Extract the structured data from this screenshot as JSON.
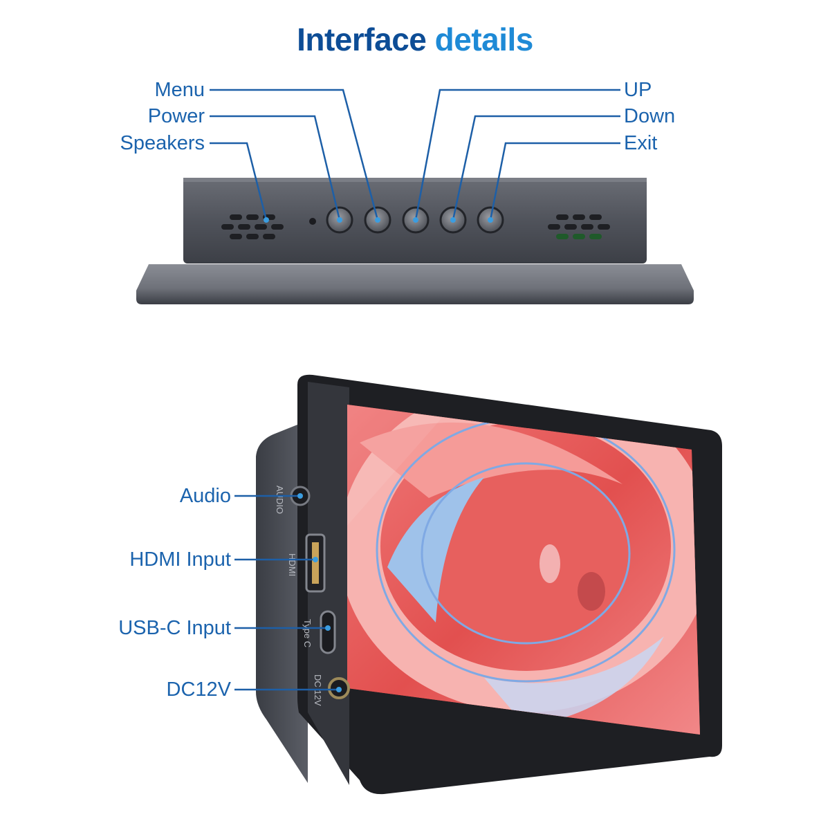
{
  "title": {
    "part1": "Interface",
    "part2": "details"
  },
  "top_labels": {
    "menu": "Menu",
    "power": "Power",
    "speakers": "Speakers",
    "up": "UP",
    "down": "Down",
    "exit": "Exit"
  },
  "side_labels": {
    "audio": "Audio",
    "hdmi": "HDMI Input",
    "usbc": "USB-C Input",
    "dc": "DC12V"
  },
  "port_markings": {
    "audio": "AUDIO",
    "hdmi": "HDMI",
    "typec": "Type C",
    "dc": "DC 12V"
  },
  "colors": {
    "title_dark": "#0d4d96",
    "title_light": "#1e8ad6",
    "label": "#1b63ad",
    "leader_line": "#1d5fa7",
    "device_body": "#4a4d55",
    "screen_red": "#e4575b"
  }
}
